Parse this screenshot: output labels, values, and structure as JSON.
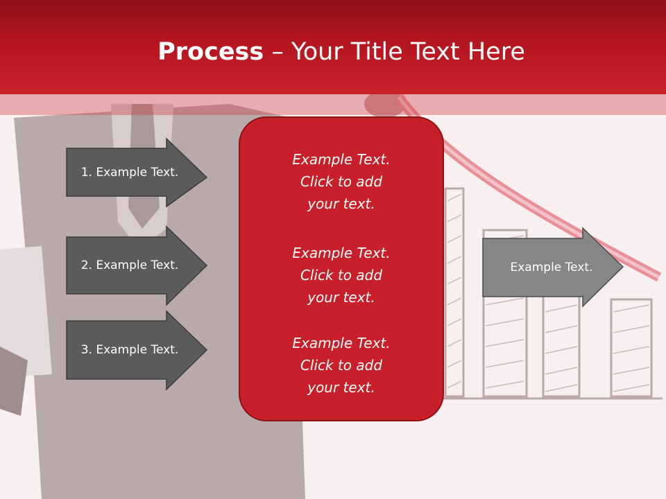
{
  "slide": {
    "title_bold": "Process",
    "title_rest": " – Your Title Text Here"
  },
  "left_arrows": [
    {
      "label": "1. Example Text."
    },
    {
      "label": "2. Example Text."
    },
    {
      "label": "3. Example Text."
    }
  ],
  "center_box": {
    "paragraphs": [
      "Example Text.\nClick  to add\nyour text.",
      "Example Text.\nClick  to add\nyour text.",
      "Example Text.\nClick  to add\nyour text."
    ]
  },
  "right_arrow": {
    "label": "Example Text."
  },
  "colors": {
    "header_red": "#b5161f",
    "center_box_red": "#c8202a",
    "arrow_dark_gray": "#5b5b5b",
    "arrow_light_gray": "#868686",
    "background": "#f8f0f0"
  }
}
